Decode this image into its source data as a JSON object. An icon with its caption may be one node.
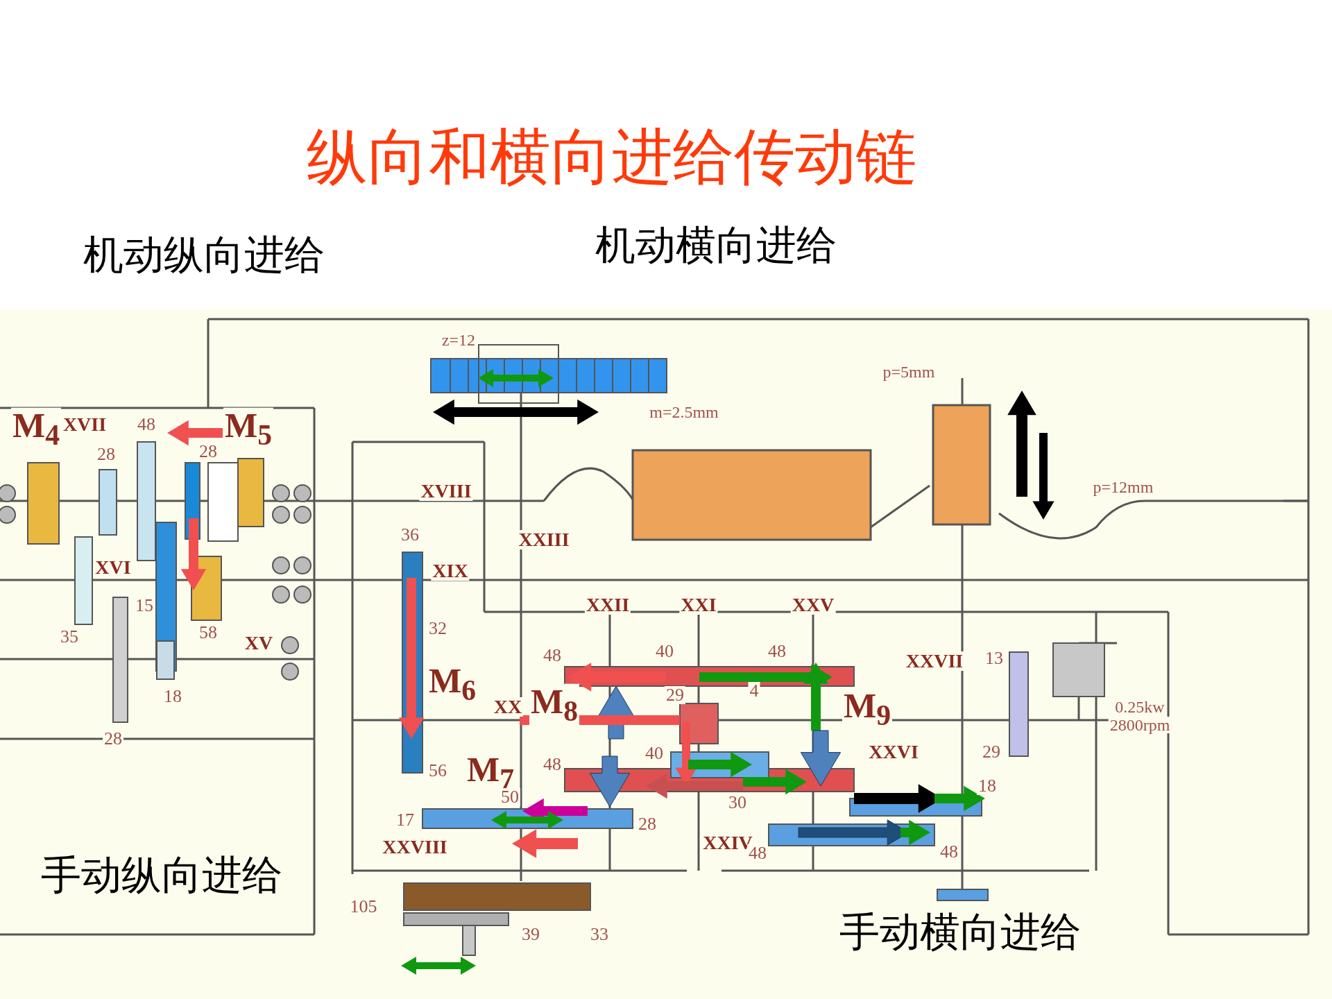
{
  "diagram": {
    "title": "纵向和横向进给传动链",
    "labels": [
      "机动纵向进给",
      "机动横向进给",
      "z=12",
      "p=5mm",
      "m=2.5mm",
      "M$_{4}$",
      "XVII",
      "48",
      "M$_{5}$",
      "28",
      "28",
      "XVIII",
      "p=12mm",
      "XXIII",
      "36",
      "XVI",
      "XIX",
      "15",
      "35",
      "58",
      "XV",
      "32",
      "XXII",
      "XXI",
      "XXV",
      "48",
      "40",
      "48",
      "XXVII",
      "13",
      "M$_{6}$",
      "18",
      "28",
      "XX",
      "M$_{8}$",
      "29",
      "4",
      "M$_{9}$",
      "0.25kw",
      "2800rpm",
      "40",
      "XXVI",
      "29",
      "56",
      "M$_{7}$",
      "48",
      "50",
      "30",
      "18",
      "17",
      "28",
      "XXVIII",
      "XXIV",
      "48",
      "48",
      "105",
      "39",
      "33",
      "手动纵向进给",
      "手动横向进给"
    ]
  }
}
